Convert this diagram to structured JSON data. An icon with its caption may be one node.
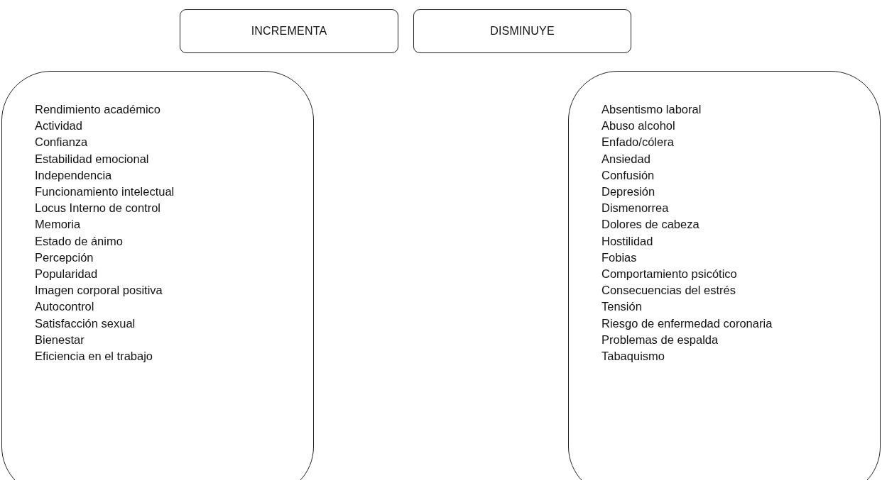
{
  "diagram": {
    "nodes": [
      {
        "text": [
          "INCREMENTA"
        ]
      },
      {
        "text": [
          "Rendimiento académico",
          "Actividad",
          "Confianza",
          "Estabilidad emocional",
          "Independencia",
          "Funcionamiento intelectual",
          "Locus Interno de control",
          "Memoria",
          "Estado de ánimo",
          "Percepción",
          "Popularidad",
          "Imagen corporal positiva",
          "Autocontrol",
          "Satisfacción sexual",
          "Bienestar",
          "Eficiencia en el trabajo"
        ]
      },
      {
        "text": [
          "DISMINUYE"
        ]
      },
      {
        "text": [
          "Absentismo laboral",
          "Abuso alcohol",
          "Enfado/cólera",
          "Ansiedad",
          "Confusión",
          "Depresión",
          "Dismenorrea",
          "Dolores de cabeza",
          "Hostilidad",
          "Fobias",
          "Comportamiento psicótico",
          "Consecuencias del estrés",
          "Tensión",
          "Riesgo de enfermedad coronaria",
          "Problemas de espalda",
          "Tabaquismo"
        ]
      }
    ]
  }
}
